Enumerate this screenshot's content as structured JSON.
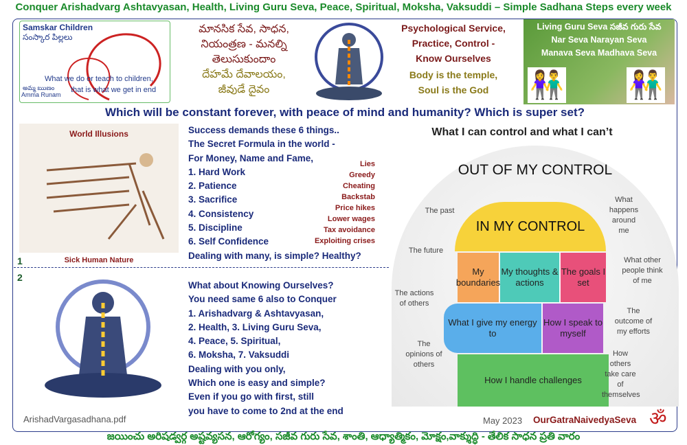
{
  "top_title": "Conquer Arishadvarg Ashtavyasan, Health, Living Guru Seva, Peace, Spiritual, Moksha, Vaksuddi – Simple Sadhana Steps every week",
  "header": {
    "samskar": {
      "title": "Samskar Children",
      "title_te": "సంస్కార పిల్లలు",
      "line1": "What we do or teach to children,",
      "amma_te": "అమ్మ ఋణం",
      "amma": "Amma Runam",
      "line2": "that is what we get in end"
    },
    "telugu_top": [
      "మానసిక సేవ, సాధన,",
      "నియంత్రణ - మనల్ని",
      "తెలుసుకుందాం"
    ],
    "telugu_bottom": [
      "దేహమే దేవాలయం,",
      "జీవుడే దైవం"
    ],
    "psych": [
      "Psychological Service,",
      "Practice, Control -",
      "Know Ourselves"
    ],
    "body": [
      "Body is the temple,",
      "Soul is the God"
    ],
    "guru": [
      "Living Guru Seva సజీవ గురు సేవ",
      "Nar Seva Narayan Seva",
      "Manava Seva Madhava Seva"
    ]
  },
  "question": "Which will be constant forever, with peace of mind and humanity? Which is super set?",
  "section1": {
    "number": "1",
    "image_title": "World Illusions",
    "image_caption": "Sick Human Nature",
    "lines": [
      "Success demands these 6 things..",
      "The Secret Formula in the world -",
      "For Money, Name and Fame,",
      "1. Hard Work",
      "2. Patience",
      "3. Sacrifice",
      "4. Consistency",
      "5. Discipline",
      "6. Self Confidence",
      "Dealing with many, is simple?  Healthy?"
    ],
    "vices": [
      "Lies",
      "Greedy",
      "Cheating",
      "Backstab",
      "Price hikes",
      "Lower wages",
      "Tax avoidance",
      "Exploiting crises"
    ]
  },
  "section2": {
    "number": "2",
    "lines": [
      "What about Knowing Ourselves?",
      "You need same 6 also to Conquer",
      "1. Arishadvarg & Ashtavyasan,",
      "2. Health, 3. Living Guru Seva,",
      "4. Peace, 5. Spiritual,",
      "6. Moksha, 7. Vaksuddi",
      "Dealing with you only,",
      "Which one is easy and simple?",
      "Even if you go with first, still",
      "you have to come to 2nd at the end"
    ]
  },
  "control": {
    "title": "What I can control and what I can’t",
    "out_title": "OUT OF MY CONTROL",
    "in_title": "IN MY CONTROL",
    "in": [
      "My boundaries",
      "My thoughts & actions",
      "The goals I set",
      "What I give my energy to",
      "How I speak to myself",
      "How I handle challenges"
    ],
    "out": [
      "The past",
      "The future",
      "The actions of others",
      "The opinions of others",
      "What happens around me",
      "What other people think of me",
      "The outcome of my efforts",
      "How others take care of themselves"
    ]
  },
  "footer": {
    "file": "ArishadVargasadhana.pdf",
    "date": "May 2023",
    "brand": "OurGatraNaivedyaSeva",
    "om": "ॐ"
  },
  "bottom_title": "జయించు అరిషడ్వర్గ అష్టవ్యసన, ఆరోగ్యం, సజీవ గురు సేవ, శాంతి, ఆధ్యాత్మికం, మోక్షం,వాక్శుద్ధి - తేలిక సాధన ప్రతి వారం"
}
